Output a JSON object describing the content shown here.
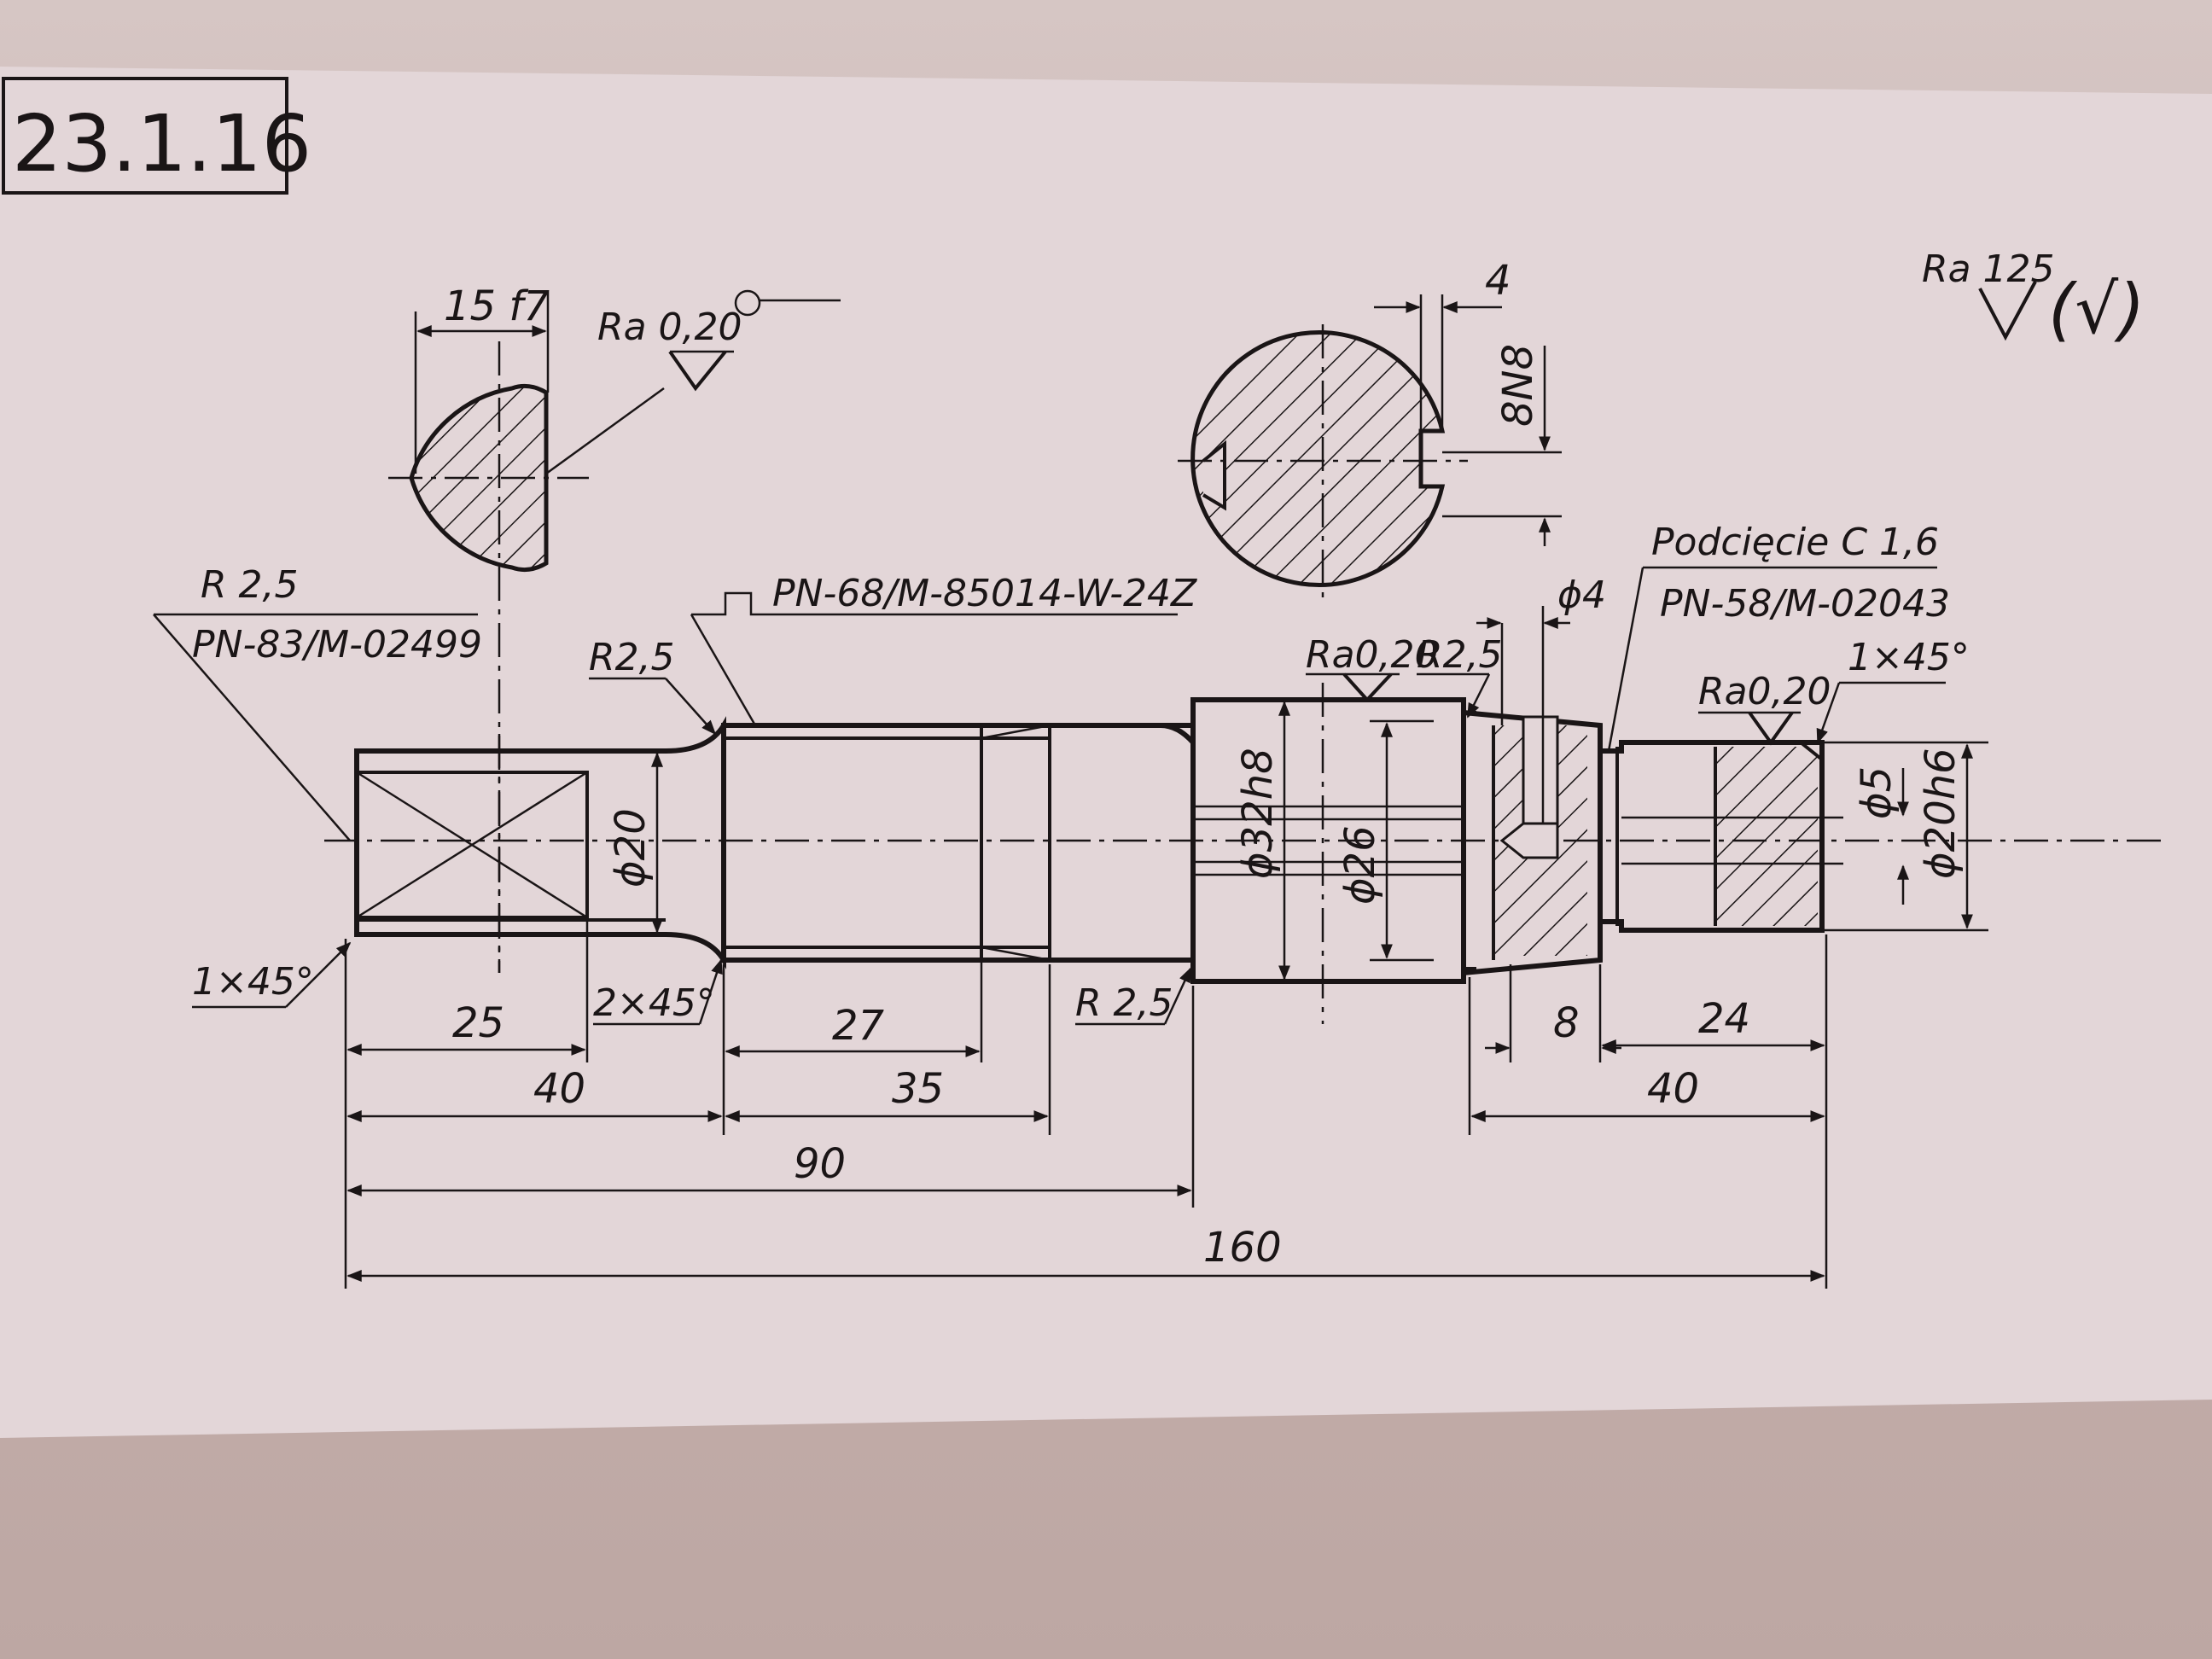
{
  "drawing": {
    "number": "23.1.16",
    "roughness_general": "Ra 125",
    "roughness_general_check": "(√)",
    "section_a": {
      "width_tolerance": "15 f7",
      "roughness": "Ra 0,20"
    },
    "section_b": {
      "key_offset": "4",
      "key_width": "8N8"
    },
    "notes": {
      "radius_left": "R 2,5",
      "standard_left": "PN-83/M-02499",
      "knurl_standard": "PN-68/M-85014-W-24Z",
      "radius_shoulder": "R2,5",
      "chamfer_left": "1×45°",
      "chamfer_mid": "2×45°",
      "radius_groove": "R 2,5",
      "roughness_mid": "Ra0,20",
      "radius_right": "R2,5",
      "hole_dia": "ϕ4",
      "undercut": "Podcięcie C 1,6",
      "undercut_standard": "PN-58/M-02043",
      "roughness_right": "Ra0,20",
      "chamfer_right": "1×45°"
    },
    "diameters": {
      "d20": "ϕ20",
      "d32": "ϕ32h8",
      "d26": "ϕ26",
      "d5": "ϕ5",
      "d20h6": "ϕ20h6"
    },
    "lengths": {
      "l25": "25",
      "l40a": "40",
      "l27": "27",
      "l35": "35",
      "l90": "90",
      "l8": "8",
      "l24": "24",
      "l40b": "40",
      "l160": "160"
    }
  }
}
